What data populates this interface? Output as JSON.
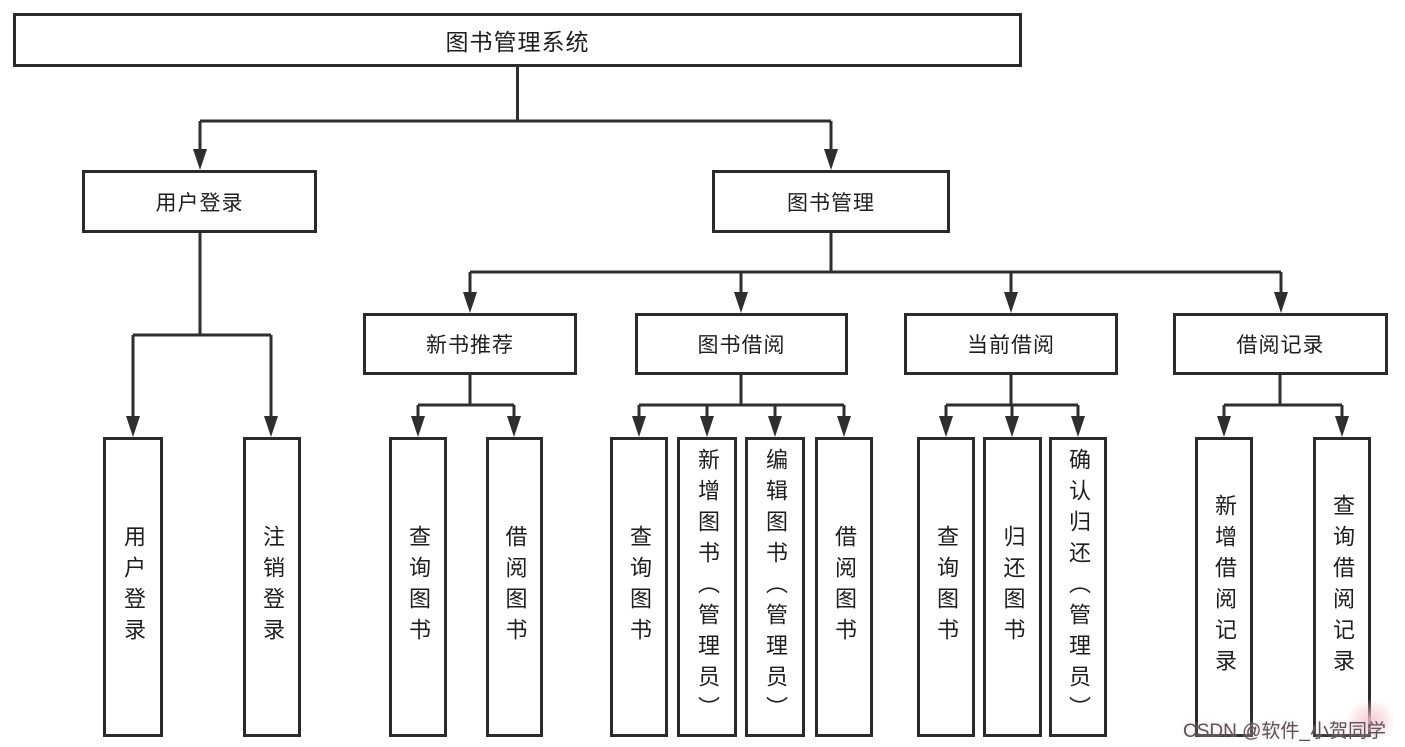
{
  "root": {
    "label": "图书管理系统"
  },
  "branches": [
    {
      "label": "用户登录",
      "children": [
        {
          "label": "用户登录"
        },
        {
          "label": "注销登录"
        }
      ]
    },
    {
      "label": "图书管理",
      "children": [
        {
          "label": "新书推荐",
          "children": [
            {
              "label": "查询图书"
            },
            {
              "label": "借阅图书"
            }
          ]
        },
        {
          "label": "图书借阅",
          "children": [
            {
              "label": "查询图书"
            },
            {
              "label": "新增图书（管理员）"
            },
            {
              "label": "编辑图书（管理员）"
            },
            {
              "label": "借阅图书"
            }
          ]
        },
        {
          "label": "当前借阅",
          "children": [
            {
              "label": "查询图书"
            },
            {
              "label": "归还图书"
            },
            {
              "label": "确认归还（管理员）"
            }
          ]
        },
        {
          "label": "借阅记录",
          "children": [
            {
              "label": "新增借阅记录"
            },
            {
              "label": "查询借阅记录"
            }
          ]
        }
      ]
    }
  ],
  "watermark": {
    "text": "CSDN @软件_小贺同学"
  },
  "colors": {
    "background": "#ffffff",
    "border": "#2b2b2b",
    "line": "#2e2e2e",
    "text": "#1e1e1e",
    "watermark": "#565656",
    "watermark_glow": "#f3c2cb"
  }
}
